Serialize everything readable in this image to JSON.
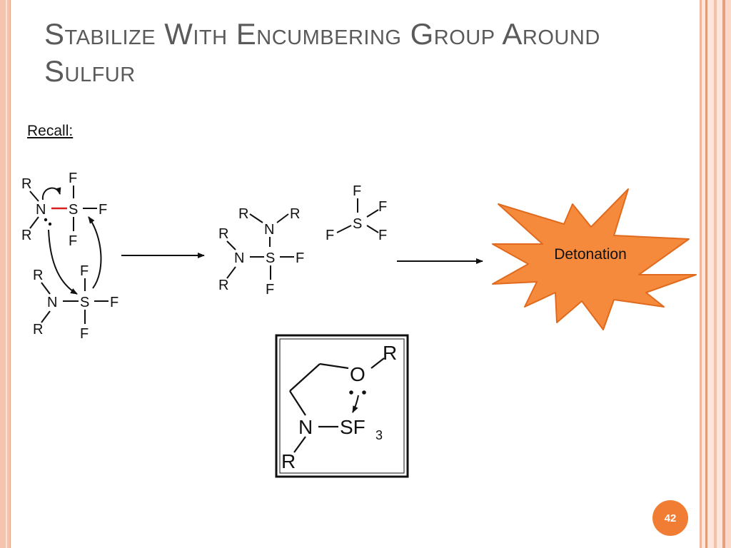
{
  "slide": {
    "title": "Stabilize With Encumbering Group Around Sulfur",
    "recall_label": "Recall:",
    "detonation_label": "Detonation",
    "page_number": "42"
  },
  "labels": {
    "R": "R",
    "N": "N",
    "S": "S",
    "F": "F",
    "O": "O",
    "SF": "SF",
    "sub3": "3"
  },
  "colors": {
    "accent": "#f07d33",
    "starburst_fill": "#f68a3c",
    "starburst_stroke": "#e06a1e",
    "bond_highlight": "#d92020",
    "title_text": "#5a5a5a"
  }
}
